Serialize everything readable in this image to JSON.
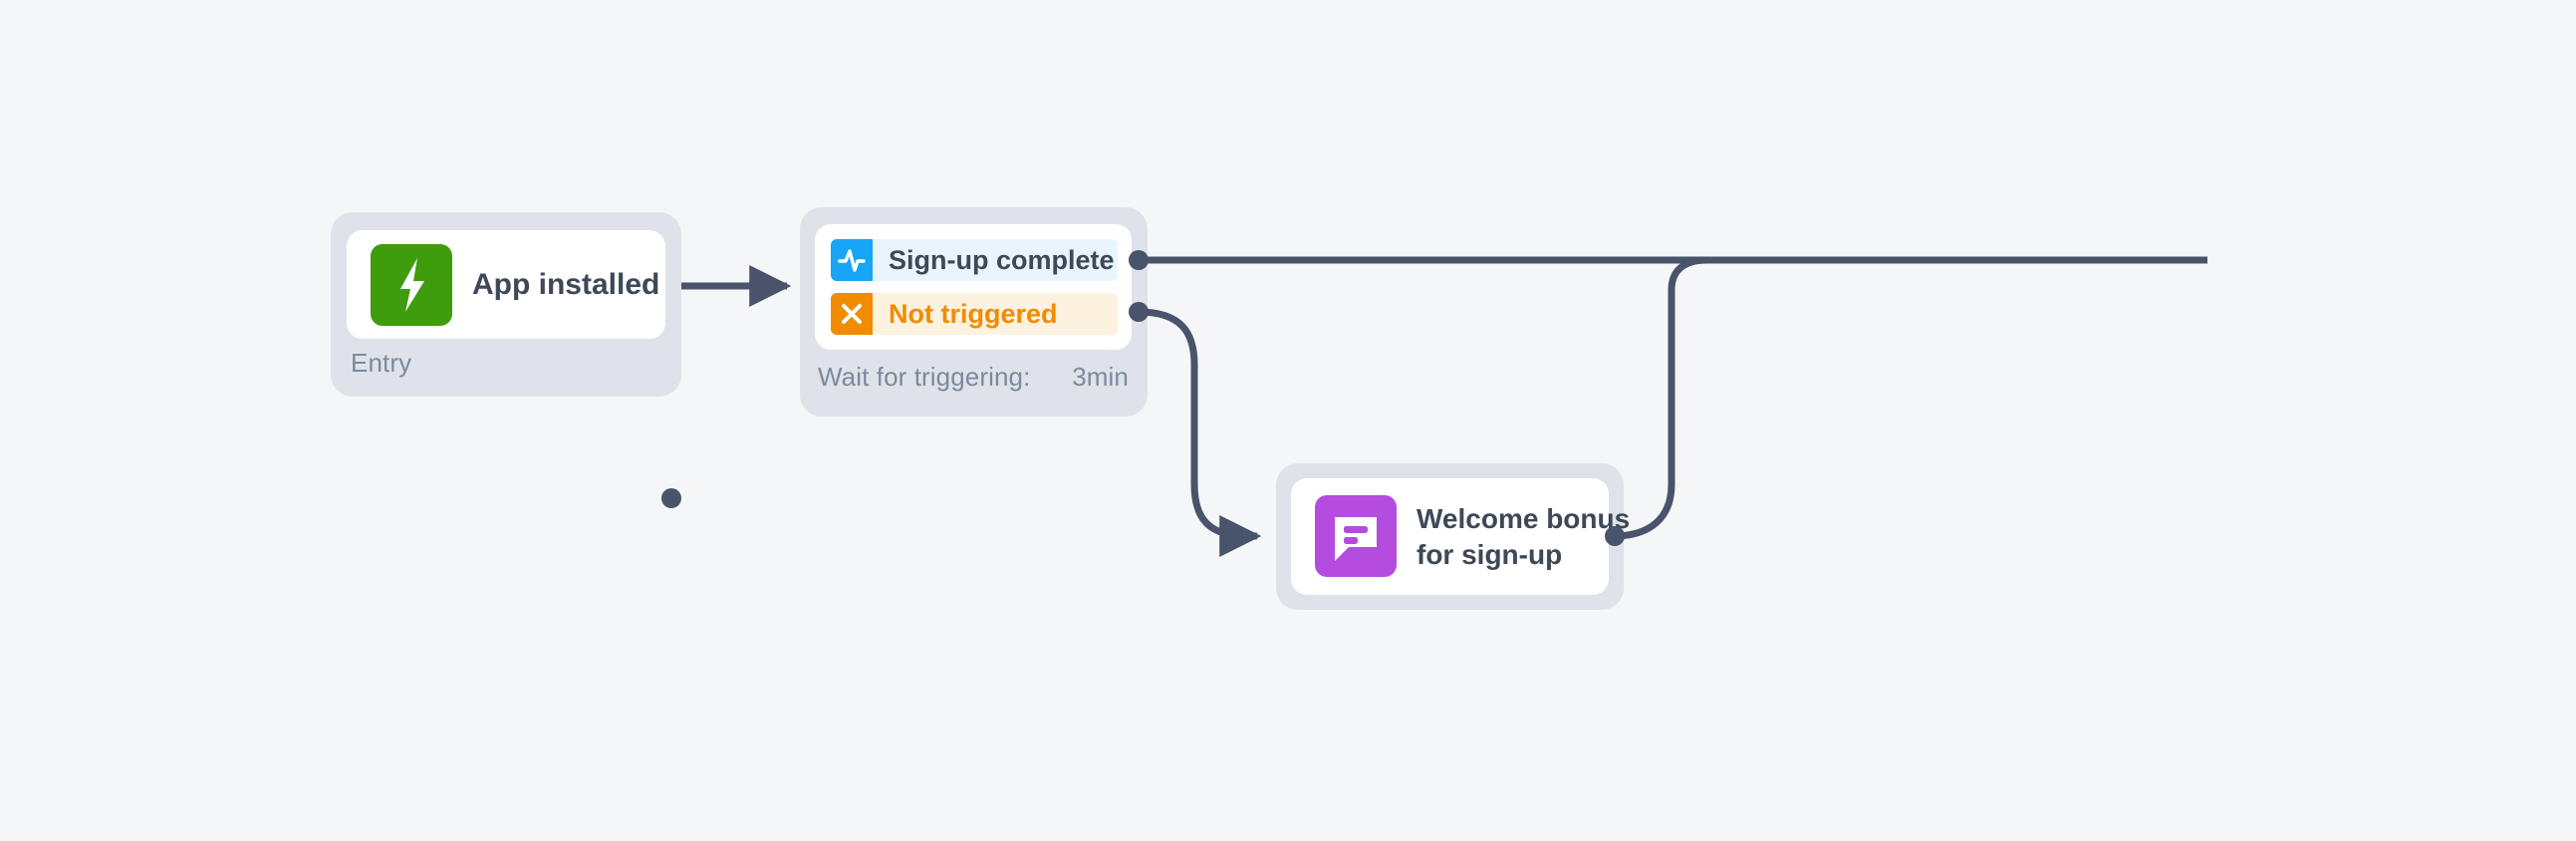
{
  "canvas": {
    "background_color": "#f5f6f7",
    "edge_color": "#49536b"
  },
  "nodes": [
    {
      "id": "entry",
      "title": "App installed",
      "icon": "lightning-bolt-icon",
      "icon_color": "#3f9c0d",
      "footer_label": "Entry",
      "footer_value": ""
    },
    {
      "id": "wait",
      "title": "",
      "footer_label": "Wait for triggering:",
      "footer_value": "3min",
      "status_rows": [
        {
          "id": "sign-up-complete",
          "label": "Sign-up complete",
          "icon": "activity-pulse-icon",
          "badge_color": "#16a6f5",
          "row_color": "#eaf4fd",
          "text_color": "#3e4857"
        },
        {
          "id": "not-triggered",
          "label": "Not triggered",
          "icon": "close-x-icon",
          "badge_color": "#f08c00",
          "row_color": "#fdf1e0",
          "text_color": "#f08c00"
        }
      ]
    },
    {
      "id": "message",
      "title_line1": "Welcome bonus",
      "title_line2": "for sign-up",
      "icon": "chat-bubble-icon",
      "icon_color": "#b44ce0",
      "footer_label": "",
      "footer_value": ""
    }
  ],
  "edges": [
    {
      "id": "entry-to-wait",
      "from": "entry",
      "to": "wait"
    },
    {
      "id": "signup-complete-out",
      "from": "sign-up-complete",
      "to": ""
    },
    {
      "id": "not-triggered-to-message",
      "from": "not-triggered",
      "to": "message"
    },
    {
      "id": "message-out-merge",
      "from": "message",
      "to": "signup-complete-out"
    }
  ]
}
